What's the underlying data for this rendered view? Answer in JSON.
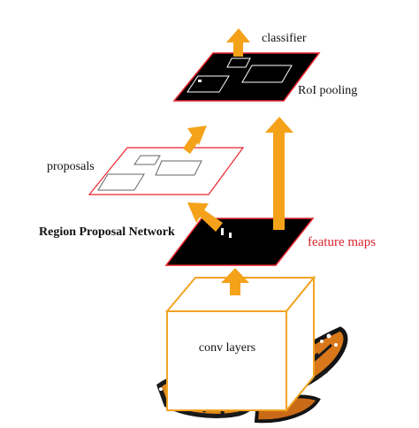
{
  "labels": {
    "classifier": "classifier",
    "roi_pooling": "RoI pooling",
    "proposals": "proposals",
    "rpn": "Region Proposal Network",
    "feature_maps": "feature maps",
    "conv_layers": "conv layers"
  },
  "colors": {
    "arrow": "#f5a21b",
    "plane_edge": "#e8242b",
    "plane_fill": "#000000",
    "box_edge": "#f2a323",
    "feature_maps_text": "#d8232a",
    "text": "#111111"
  },
  "icons": {
    "butterfly": "monarch-butterfly-image"
  }
}
